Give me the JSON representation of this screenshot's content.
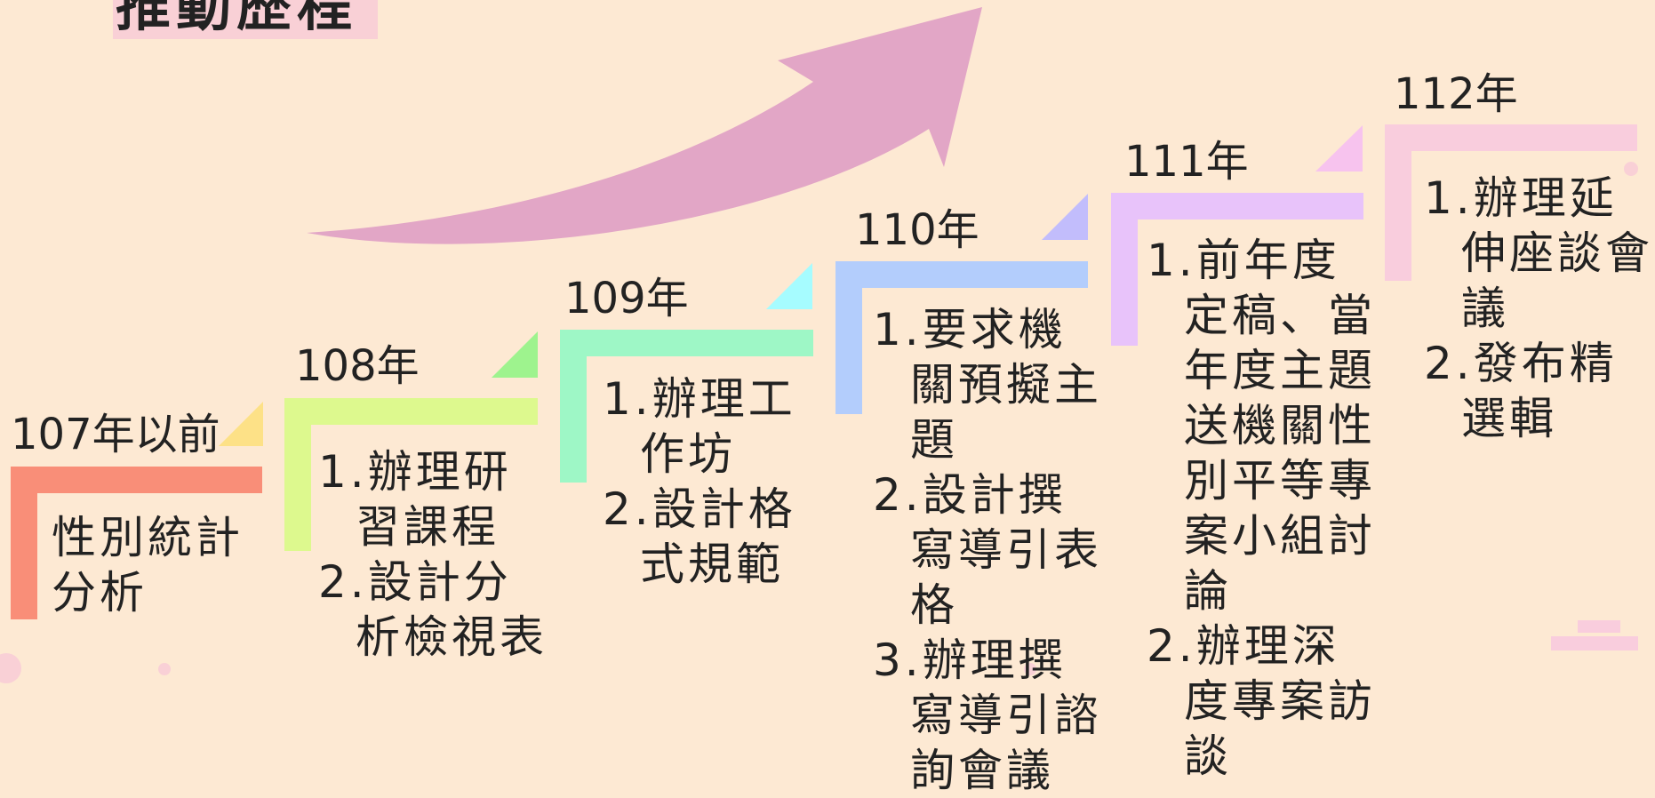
{
  "title": "推動歷程",
  "colors": {
    "background": "#fde9d3",
    "arrow": "#e2a6c6",
    "title_highlight": "#f9d0d6"
  },
  "steps": [
    {
      "year": "107年以前",
      "color": "#f98e78",
      "items": [
        "性別統計分析"
      ]
    },
    {
      "year": "108年",
      "color": "#ddf98e",
      "items": [
        "1.辦理研習課程",
        "2.設計分析檢視表"
      ]
    },
    {
      "year": "109年",
      "color": "#9ef7c6",
      "items": [
        "1.辦理工作坊",
        "2.設計格式規範"
      ]
    },
    {
      "year": "110年",
      "color": "#b3cdfc",
      "items": [
        "1.要求機關預擬主題",
        "2.設計撰寫導引表格",
        "3.辦理撰寫導引諮詢會議"
      ]
    },
    {
      "year": "111年",
      "color": "#e8c3fa",
      "items": [
        "1.前年度定稿、當年度主題送機關性別平等專案小組討論",
        "2.辦理深度專案訪談"
      ]
    },
    {
      "year": "112年",
      "color": "#f9cddd",
      "items": [
        "1.辦理延伸座談會議",
        "2.發布精選輯"
      ]
    }
  ]
}
